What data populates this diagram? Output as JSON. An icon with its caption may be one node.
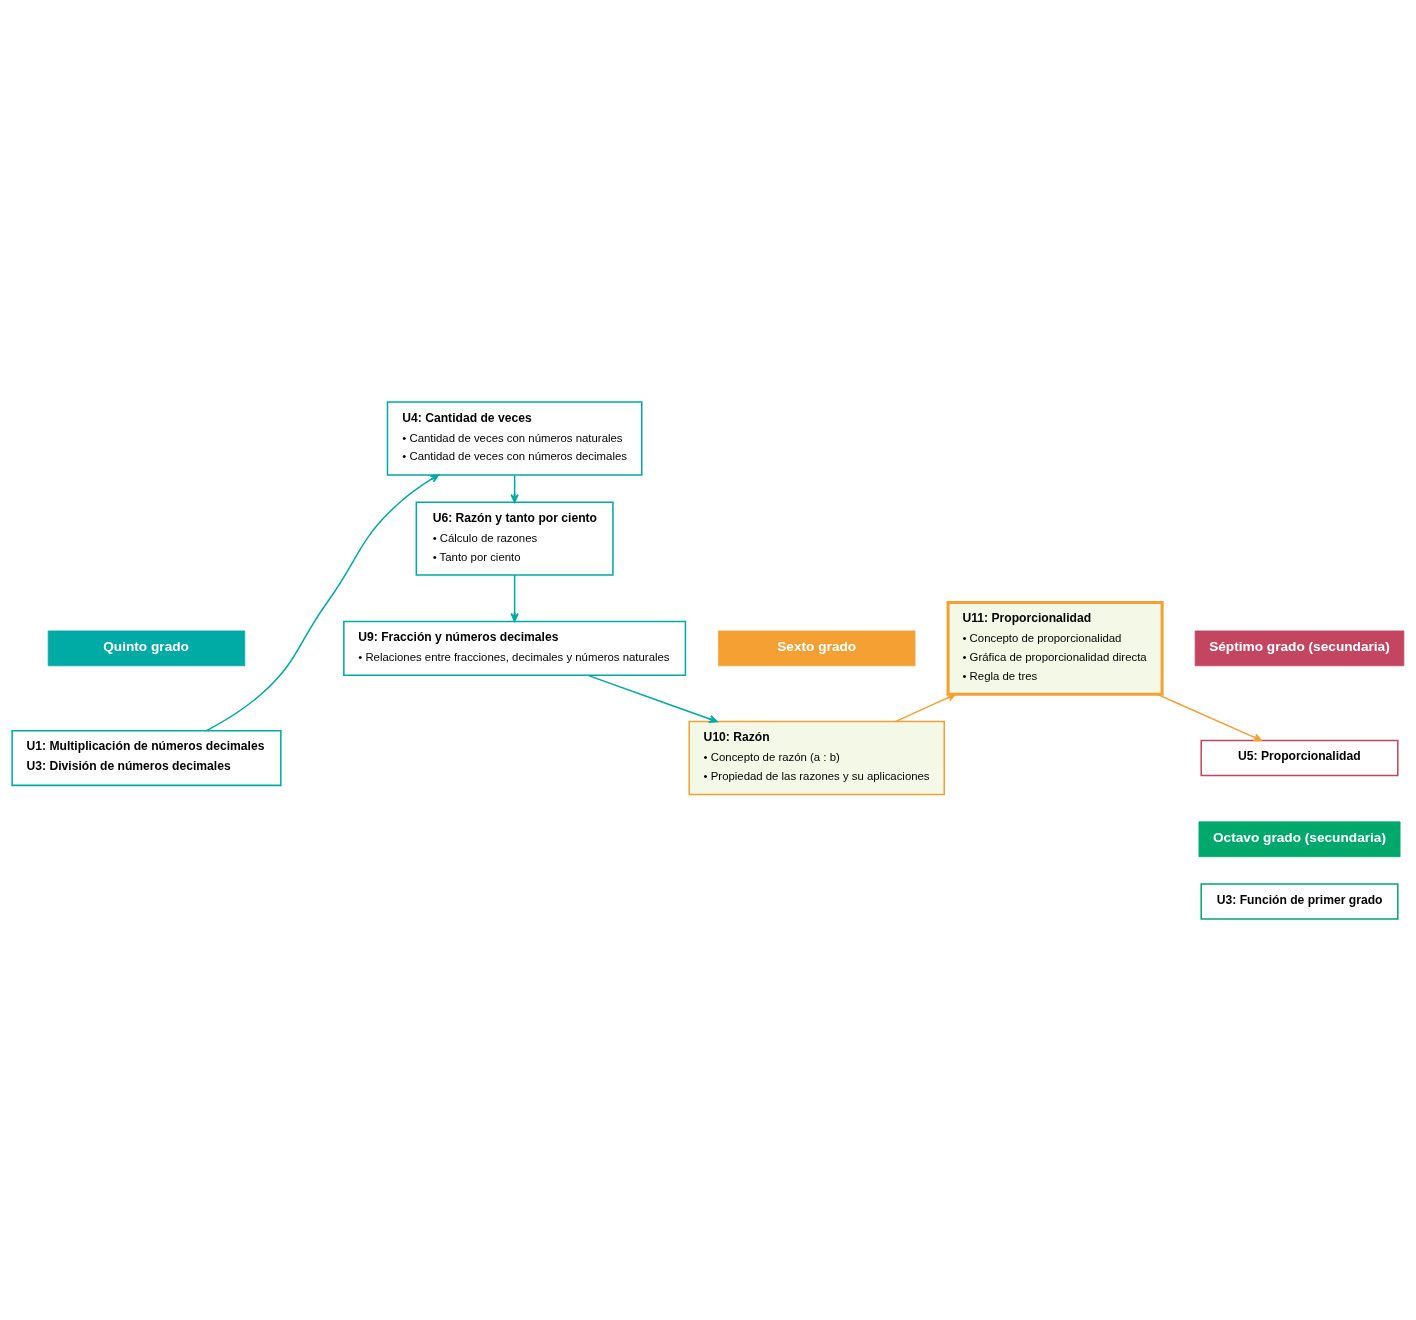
{
  "diagram": {
    "nodes": [
      {
        "text": [
          "Quinto grado"
        ]
      },
      {
        "text": [
          "U1: Multiplicación de números decimales",
          "U3: División de números decimales"
        ]
      },
      {
        "text": [
          "U4: Cantidad de veces",
          "• Cantidad de veces con números naturales",
          "• Cantidad de veces con números decimales"
        ]
      },
      {
        "text": [
          "U6: Razón y tanto por ciento",
          "• Cálculo de razones",
          "• Tanto por ciento"
        ]
      },
      {
        "text": [
          "U9: Fracción y números decimales",
          "• Relaciones entre fracciones, decimales y números naturales"
        ]
      },
      {
        "text": [
          "Sexto grado"
        ]
      },
      {
        "text": [
          "U10: Razón",
          "• Concepto de razón (a : b)",
          "• Propiedad de las razones y su aplicaciones"
        ]
      },
      {
        "text": [
          "U11: Proporcionalidad",
          "• Concepto de proporcionalidad",
          "• Gráfica de proporcionalidad directa",
          "• Regla de tres"
        ]
      },
      {
        "text": [
          "Séptimo grado (secundaria)"
        ]
      },
      {
        "text": [
          "U5: Proporcionalidad"
        ]
      },
      {
        "text": [
          "Octavo grado (secundaria)"
        ]
      },
      {
        "text": [
          "U3: Función de primer grado"
        ]
      }
    ],
    "edges": [
      {
        "from": 1,
        "to": 2,
        "arrow": "to"
      },
      {
        "from": 2,
        "to": 3,
        "arrow": "to"
      },
      {
        "from": 3,
        "to": 4,
        "arrow": "to"
      },
      {
        "from": 4,
        "to": 6,
        "arrow": "to"
      },
      {
        "from": 6,
        "to": 7,
        "arrow": "to",
        "color": "#f5a033"
      },
      {
        "from": 7,
        "to": 9,
        "arrow": "to",
        "color": "#f5a033"
      }
    ]
  }
}
